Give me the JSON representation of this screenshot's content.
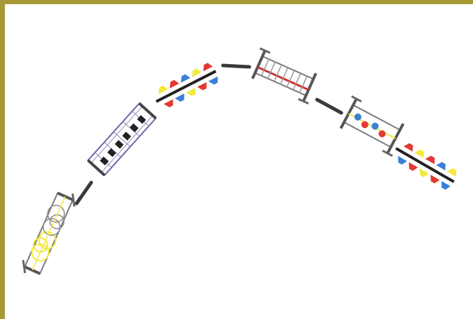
{
  "colors": {
    "frame": "#a79a35",
    "link": "#3a3a3a",
    "frame_metal": "#7a7a7a",
    "yellow": "#f2ea3c",
    "red": "#e23a32",
    "blue": "#3a7fd8",
    "black_bar": "#222222",
    "grey_ring": "#8a8a8a",
    "purple_net": "#6a6aa8",
    "red_bar": "#d03232"
  },
  "diagram": {
    "nodes": [
      {
        "id": "yellow-rings",
        "icon": "yellow-ring-climber-icon"
      },
      {
        "id": "black-ladder",
        "icon": "black-rung-ladder-icon"
      },
      {
        "id": "stepping-pods-1",
        "icon": "stepping-pods-icon"
      },
      {
        "id": "red-bar-frame",
        "icon": "red-bar-frame-icon"
      },
      {
        "id": "ball-frame",
        "icon": "ball-track-frame-icon"
      },
      {
        "id": "stepping-pods-2",
        "icon": "stepping-pods-icon"
      }
    ],
    "edges": [
      {
        "from": "yellow-rings",
        "to": "black-ladder"
      },
      {
        "from": "stepping-pods-1",
        "to": "red-bar-frame"
      },
      {
        "from": "red-bar-frame",
        "to": "ball-frame"
      }
    ]
  }
}
